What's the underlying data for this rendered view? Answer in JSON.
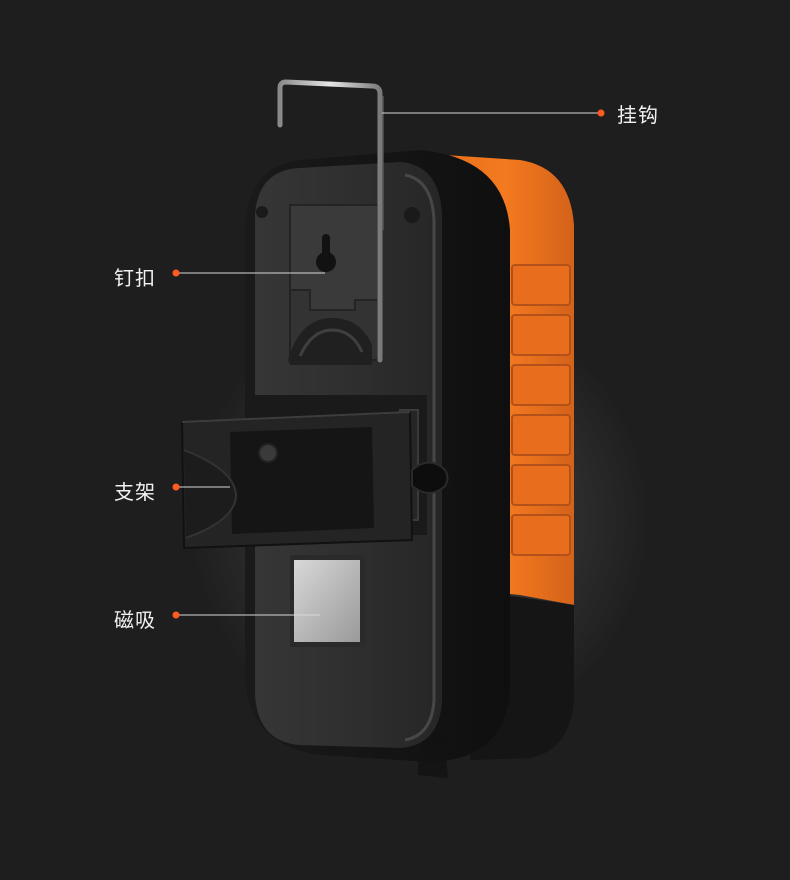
{
  "callouts": {
    "hook": "挂钩",
    "keyhole": "钉扣",
    "stand": "支架",
    "magnet": "磁吸"
  },
  "colors": {
    "background": "#1e1e1e",
    "accent_orange": "#f47a1f",
    "callout_dot": "#ff5a1f",
    "body_dark": "#2b2b2b"
  }
}
